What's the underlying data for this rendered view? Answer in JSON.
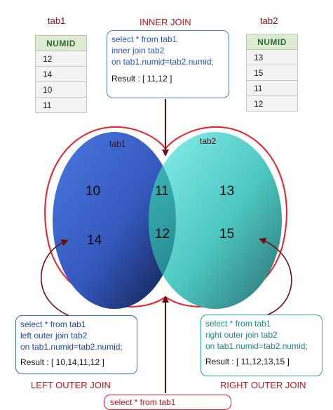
{
  "titles": {
    "inner_join": "INNER JOIN",
    "left_outer_join": "LEFT OUTER JOIN",
    "right_outer_join": "RIGHT OUTER JOIN",
    "tab1": "tab1",
    "tab2": "tab2"
  },
  "tab1_table": {
    "header": "NUMID",
    "rows": [
      "12",
      "14",
      "10",
      "11"
    ]
  },
  "tab2_table": {
    "header": "NUMID",
    "rows": [
      "13",
      "15",
      "11",
      "12"
    ]
  },
  "venn": {
    "left_label": "tab1",
    "right_label": "tab2",
    "left_only": [
      "10",
      "14"
    ],
    "intersection": [
      "11",
      "12"
    ],
    "right_only": [
      "13",
      "15"
    ]
  },
  "queries": {
    "inner": {
      "lines": [
        "select * from tab1",
        "inner join tab2",
        "on tab1.numid=tab2.numid;"
      ],
      "result": "Result : [ 11,12 ]"
    },
    "left": {
      "lines": [
        "select * from tab1",
        "left outer join tab2",
        "on tab1.numid=tab2.numid;"
      ],
      "result": "Result : [ 10,14,11,12 ]"
    },
    "right": {
      "lines": [
        "select * from tab1",
        "right outer join tab2",
        "on tab1.numid=tab2.numid;"
      ],
      "result": "Result : [ 11,12,13,15 ]"
    },
    "full_partial": "select * from tab1"
  },
  "colors": {
    "heading": "#c0141c",
    "left_circle": "#3a62c8",
    "right_circle": "#4fcfc8",
    "arrow": "#6b0f10",
    "outline": "#e8202a"
  }
}
